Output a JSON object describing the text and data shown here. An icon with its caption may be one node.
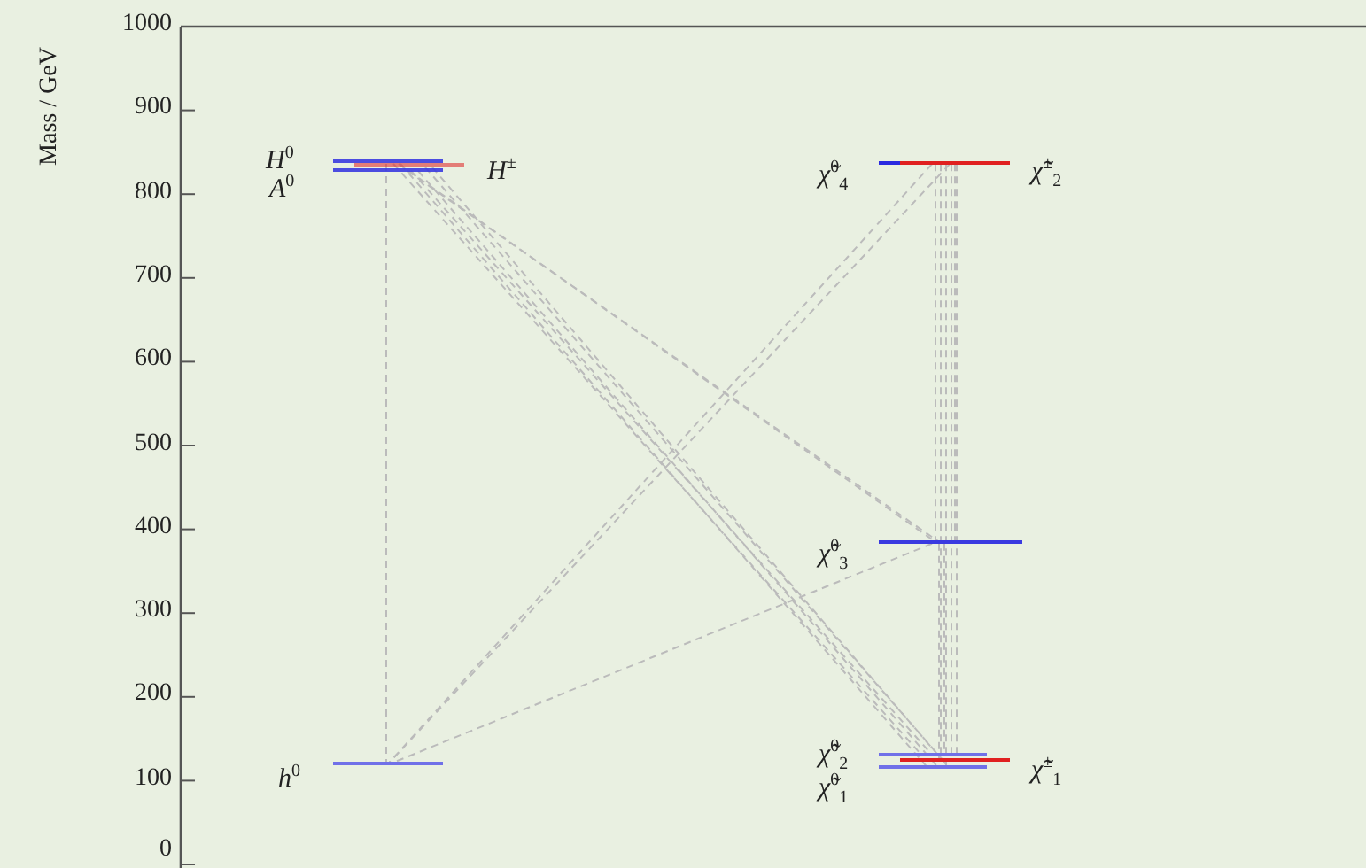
{
  "diagram": {
    "nodes": [
      {
        "text": [],
        "shape": "bar",
        "beside": [
          "H$^{0}$"
        ]
      },
      {
        "text": [],
        "shape": "bar",
        "beside": [
          "A$^{0}$"
        ]
      },
      {
        "text": [],
        "shape": "bar",
        "beside": [
          "H$^{±}$"
        ]
      },
      {
        "text": [],
        "shape": "bar",
        "beside": [
          "h$^{0}$"
        ]
      },
      {
        "text": [],
        "shape": "bar",
        "beside": [
          "χ̃$^{0}$$_{4}$"
        ]
      },
      {
        "text": [],
        "shape": "bar",
        "beside": [
          "χ̃$^{±}$$_{2}$"
        ]
      },
      {
        "text": [],
        "shape": "bar",
        "beside": [
          "χ̃$^{0}$$_{3}$"
        ]
      },
      {
        "text": [],
        "shape": "bar",
        "beside": [
          "χ̃$^{0}$$_{2}$"
        ]
      },
      {
        "text": [],
        "shape": "bar",
        "beside": [
          "χ̃$^{0}$$_{1}$"
        ]
      },
      {
        "text": [],
        "shape": "bar",
        "beside": [
          "χ̃$^{±}$$_{1}$"
        ]
      }
    ],
    "edges": [
      {
        "from": 0,
        "to": 3,
        "arrow": "none",
        "style": "dashed"
      },
      {
        "from": 0,
        "to": 6,
        "arrow": "none",
        "style": "dashed"
      },
      {
        "from": 1,
        "to": 6,
        "arrow": "none",
        "style": "dashed"
      },
      {
        "from": 0,
        "to": 7,
        "arrow": "none",
        "style": "dashed"
      },
      {
        "from": 0,
        "to": 8,
        "arrow": "none",
        "style": "dashed"
      },
      {
        "from": 1,
        "to": 7,
        "arrow": "none",
        "style": "dashed"
      },
      {
        "from": 1,
        "to": 8,
        "arrow": "none",
        "style": "dashed"
      },
      {
        "from": 2,
        "to": 9,
        "arrow": "none",
        "style": "dashed"
      },
      {
        "from": 2,
        "to": 8,
        "arrow": "none",
        "style": "dashed"
      },
      {
        "from": 5,
        "to": 3,
        "arrow": "none",
        "style": "dashed"
      },
      {
        "from": 5,
        "to": 3,
        "arrow": "none",
        "style": "dashed"
      },
      {
        "from": 6,
        "to": 3,
        "arrow": "none",
        "style": "dashed"
      },
      {
        "from": 5,
        "to": 6,
        "arrow": "none",
        "style": "dashed"
      },
      {
        "from": 5,
        "to": 7,
        "arrow": "none",
        "style": "dashed"
      },
      {
        "from": 5,
        "to": 8,
        "arrow": "none",
        "style": "dashed"
      },
      {
        "from": 5,
        "to": 9,
        "arrow": "none",
        "style": "dashed"
      },
      {
        "from": 5,
        "to": 7,
        "arrow": "none",
        "style": "dashed"
      },
      {
        "from": 6,
        "to": 8,
        "arrow": "none",
        "style": "dashed"
      },
      {
        "from": 6,
        "to": 7,
        "arrow": "none",
        "style": "dashed"
      },
      {
        "from": 5,
        "to": 6,
        "arrow": "none",
        "style": "dashed"
      }
    ],
    "labels": [
      "Mass / GeV",
      "1000",
      "900",
      "800",
      "700",
      "600",
      "500",
      "400",
      "300",
      "200",
      "100",
      "0"
    ]
  }
}
